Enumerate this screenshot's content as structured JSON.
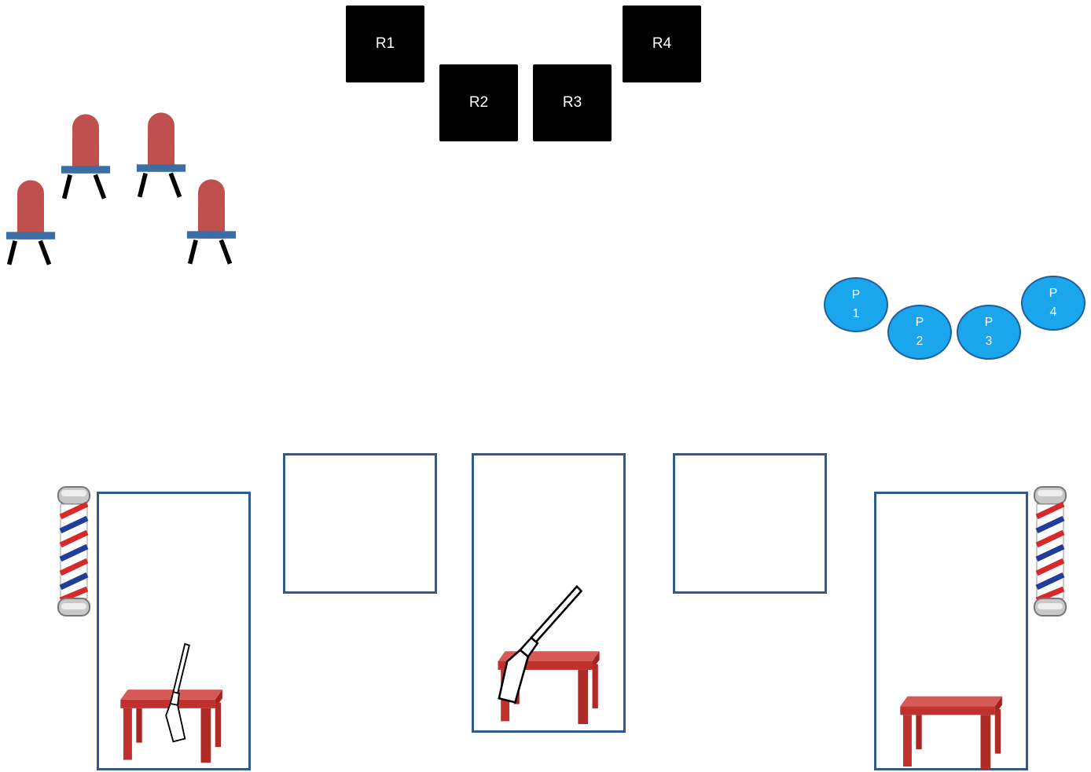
{
  "r_boxes": [
    {
      "label": "R1"
    },
    {
      "label": "R2"
    },
    {
      "label": "R3"
    },
    {
      "label": "R4"
    }
  ],
  "p_circles": [
    {
      "line1": "P",
      "line2": "1"
    },
    {
      "line1": "P",
      "line2": "2"
    },
    {
      "line1": "P",
      "line2": "3"
    },
    {
      "line1": "P",
      "line2": "4"
    }
  ],
  "icons": {
    "chair": "chair-icon",
    "table": "table-icon",
    "rifle": "rifle-icon",
    "barber_pole": "barber-pole-icon"
  },
  "colors": {
    "r_box": "#000000",
    "p_circle": "#1aa6ec",
    "frame_border": "#2e5a8c",
    "chair_back": "#c0504d",
    "chair_seat": "#3b6ea5",
    "table": "#c9302c"
  }
}
